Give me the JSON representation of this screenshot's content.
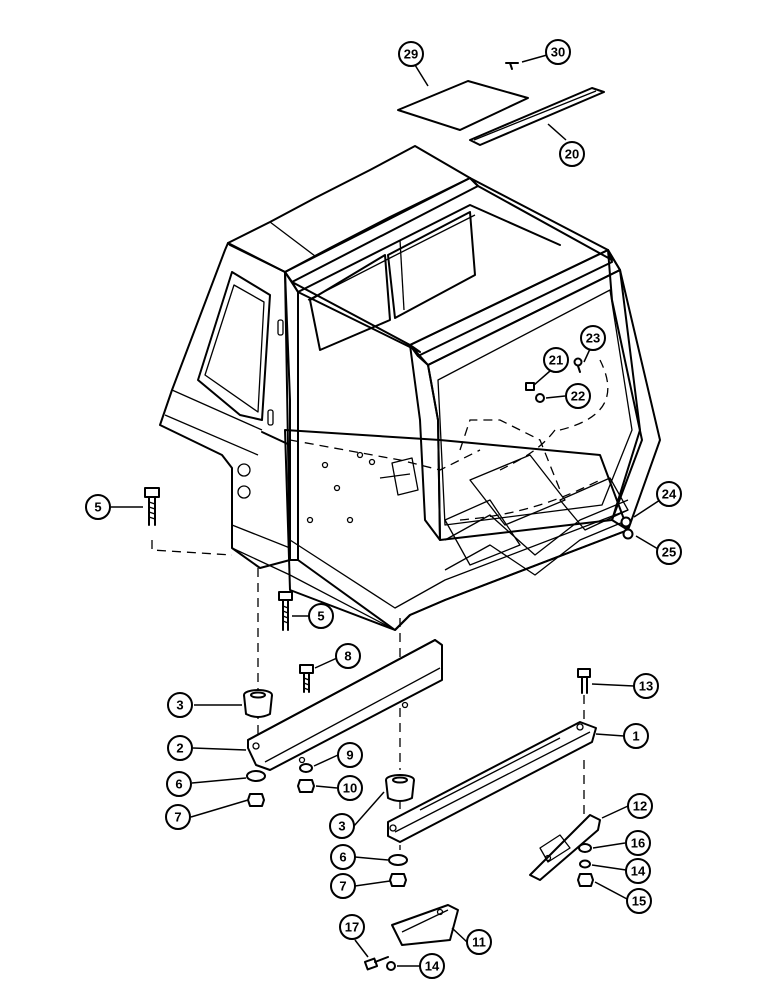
{
  "callouts": [
    {
      "id": "c29",
      "label": "29"
    },
    {
      "id": "c30",
      "label": "30"
    },
    {
      "id": "c20",
      "label": "20"
    },
    {
      "id": "c23",
      "label": "23"
    },
    {
      "id": "c21",
      "label": "21"
    },
    {
      "id": "c22",
      "label": "22"
    },
    {
      "id": "c5a",
      "label": "5"
    },
    {
      "id": "c24",
      "label": "24"
    },
    {
      "id": "c25",
      "label": "25"
    },
    {
      "id": "c5b",
      "label": "5"
    },
    {
      "id": "c8",
      "label": "8"
    },
    {
      "id": "c13",
      "label": "13"
    },
    {
      "id": "c3a",
      "label": "3"
    },
    {
      "id": "c1",
      "label": "1"
    },
    {
      "id": "c2",
      "label": "2"
    },
    {
      "id": "c9",
      "label": "9"
    },
    {
      "id": "c6a",
      "label": "6"
    },
    {
      "id": "c10",
      "label": "10"
    },
    {
      "id": "c7a",
      "label": "7"
    },
    {
      "id": "c3b",
      "label": "3"
    },
    {
      "id": "c12",
      "label": "12"
    },
    {
      "id": "c16",
      "label": "16"
    },
    {
      "id": "c6b",
      "label": "6"
    },
    {
      "id": "c14a",
      "label": "14"
    },
    {
      "id": "c7b",
      "label": "7"
    },
    {
      "id": "c15",
      "label": "15"
    },
    {
      "id": "c11",
      "label": "11"
    },
    {
      "id": "c17",
      "label": "17"
    },
    {
      "id": "c14b",
      "label": "14"
    }
  ]
}
